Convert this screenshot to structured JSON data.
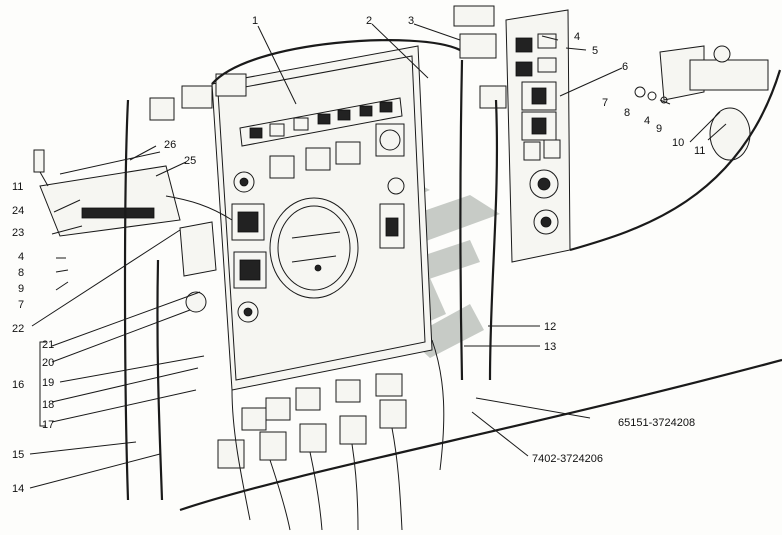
{
  "callouts": [
    {
      "id": "c1",
      "text": "1"
    },
    {
      "id": "c2",
      "text": "2"
    },
    {
      "id": "c3",
      "text": "3"
    },
    {
      "id": "c4a",
      "text": "4"
    },
    {
      "id": "c5",
      "text": "5"
    },
    {
      "id": "c6",
      "text": "6"
    },
    {
      "id": "c7a",
      "text": "7"
    },
    {
      "id": "c8a",
      "text": "8"
    },
    {
      "id": "c4b",
      "text": "4"
    },
    {
      "id": "c9a",
      "text": "9"
    },
    {
      "id": "c10",
      "text": "10"
    },
    {
      "id": "c11a",
      "text": "11"
    },
    {
      "id": "c26",
      "text": "26"
    },
    {
      "id": "c25",
      "text": "25"
    },
    {
      "id": "c11b",
      "text": "11"
    },
    {
      "id": "c24",
      "text": "24"
    },
    {
      "id": "c23",
      "text": "23"
    },
    {
      "id": "c4c",
      "text": "4"
    },
    {
      "id": "c8b",
      "text": "8"
    },
    {
      "id": "c9b",
      "text": "9"
    },
    {
      "id": "c7b",
      "text": "7"
    },
    {
      "id": "c22",
      "text": "22"
    },
    {
      "id": "c21",
      "text": "21"
    },
    {
      "id": "c20",
      "text": "20"
    },
    {
      "id": "c16",
      "text": "16"
    },
    {
      "id": "c19",
      "text": "19"
    },
    {
      "id": "c18",
      "text": "18"
    },
    {
      "id": "c17",
      "text": "17"
    },
    {
      "id": "c15",
      "text": "15"
    },
    {
      "id": "c14",
      "text": "14"
    },
    {
      "id": "c12",
      "text": "12"
    },
    {
      "id": "c13",
      "text": "13"
    }
  ],
  "harness_codes": [
    {
      "id": "h1",
      "text": "65151-3724208"
    },
    {
      "id": "h2",
      "text": "7402-3724206"
    }
  ]
}
